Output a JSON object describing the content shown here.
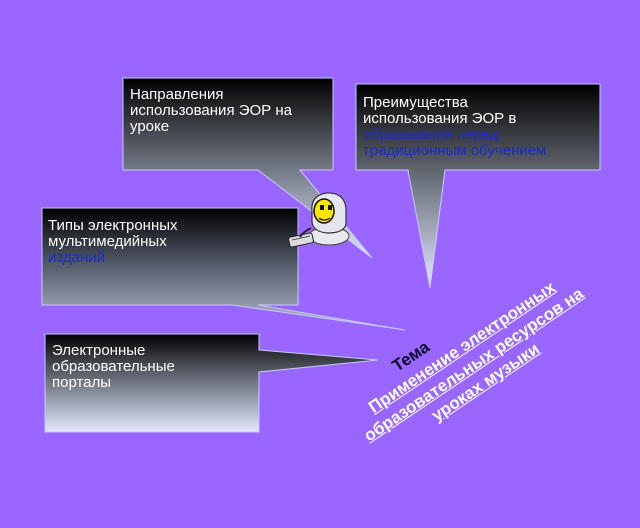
{
  "callouts": {
    "directions": {
      "line1": "Направления",
      "line2": "использования ЭОР на",
      "line3": "уроке"
    },
    "advantages": {
      "line1": "Преимущества",
      "line2": "использования ЭОР в",
      "line3_blue": "образовании перед",
      "line4_blue": "традиционным обучением"
    },
    "types": {
      "line1": "Типы электронных",
      "line2": "мультимедийных",
      "line3_blue": "изданий"
    },
    "portals": {
      "line1": "Электронные",
      "line2": "образовательные",
      "line3": "порталы"
    }
  },
  "topic": {
    "label": "Тема",
    "line1": "Применение электронных",
    "line2": "образовательных ресурсов на",
    "line3": "уроках музыки"
  },
  "colors": {
    "background": "#9966ff",
    "box_top": "#000000",
    "box_bottom": "#d8dcff",
    "accent_text": "#1b2ccc"
  },
  "icon": "computer-mascot-icon"
}
